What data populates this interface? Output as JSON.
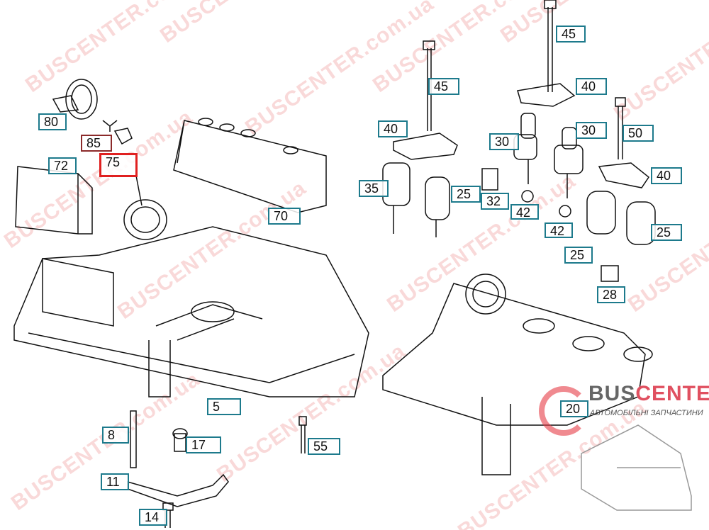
{
  "watermark": "BUSCENTER.com.ua",
  "logo": {
    "brand_a": "BUS",
    "brand_b": "CENTER",
    "tagline": "АВТОМОБІЛЬНІ ЗАПЧАСТИНИ"
  },
  "callouts": [
    "80",
    "85",
    "75",
    "72",
    "70",
    "45",
    "45",
    "40",
    "40",
    "30",
    "30",
    "50",
    "40",
    "35",
    "25",
    "32",
    "42",
    "42",
    "25",
    "25",
    "28",
    "5",
    "20",
    "8",
    "17",
    "55",
    "11",
    "14"
  ],
  "selected_callout": "75",
  "colors": {
    "label_border": "#1d7a8c",
    "selected_border": "#e02020",
    "watermark": "#eb7878"
  }
}
